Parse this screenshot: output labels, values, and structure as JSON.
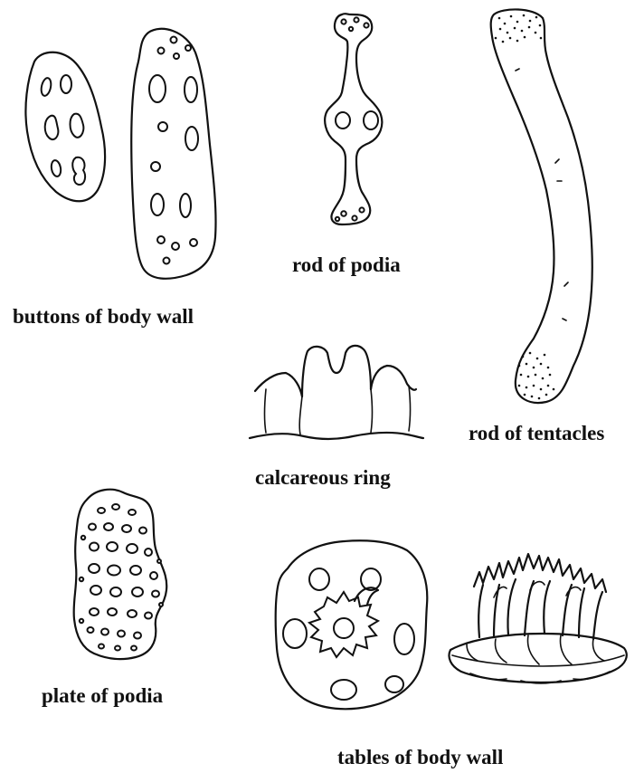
{
  "labels": {
    "buttons_of_body_wall": "buttons of body wall",
    "rod_of_podia": "rod of podia",
    "rod_of_tentacles": "rod of tentacles",
    "calcareous_ring": "calcareous ring",
    "plate_of_podia": "plate of podia",
    "tables_of_body_wall": "tables of body wall"
  },
  "colors": {
    "ink": "#111111",
    "paper": "#ffffff"
  }
}
